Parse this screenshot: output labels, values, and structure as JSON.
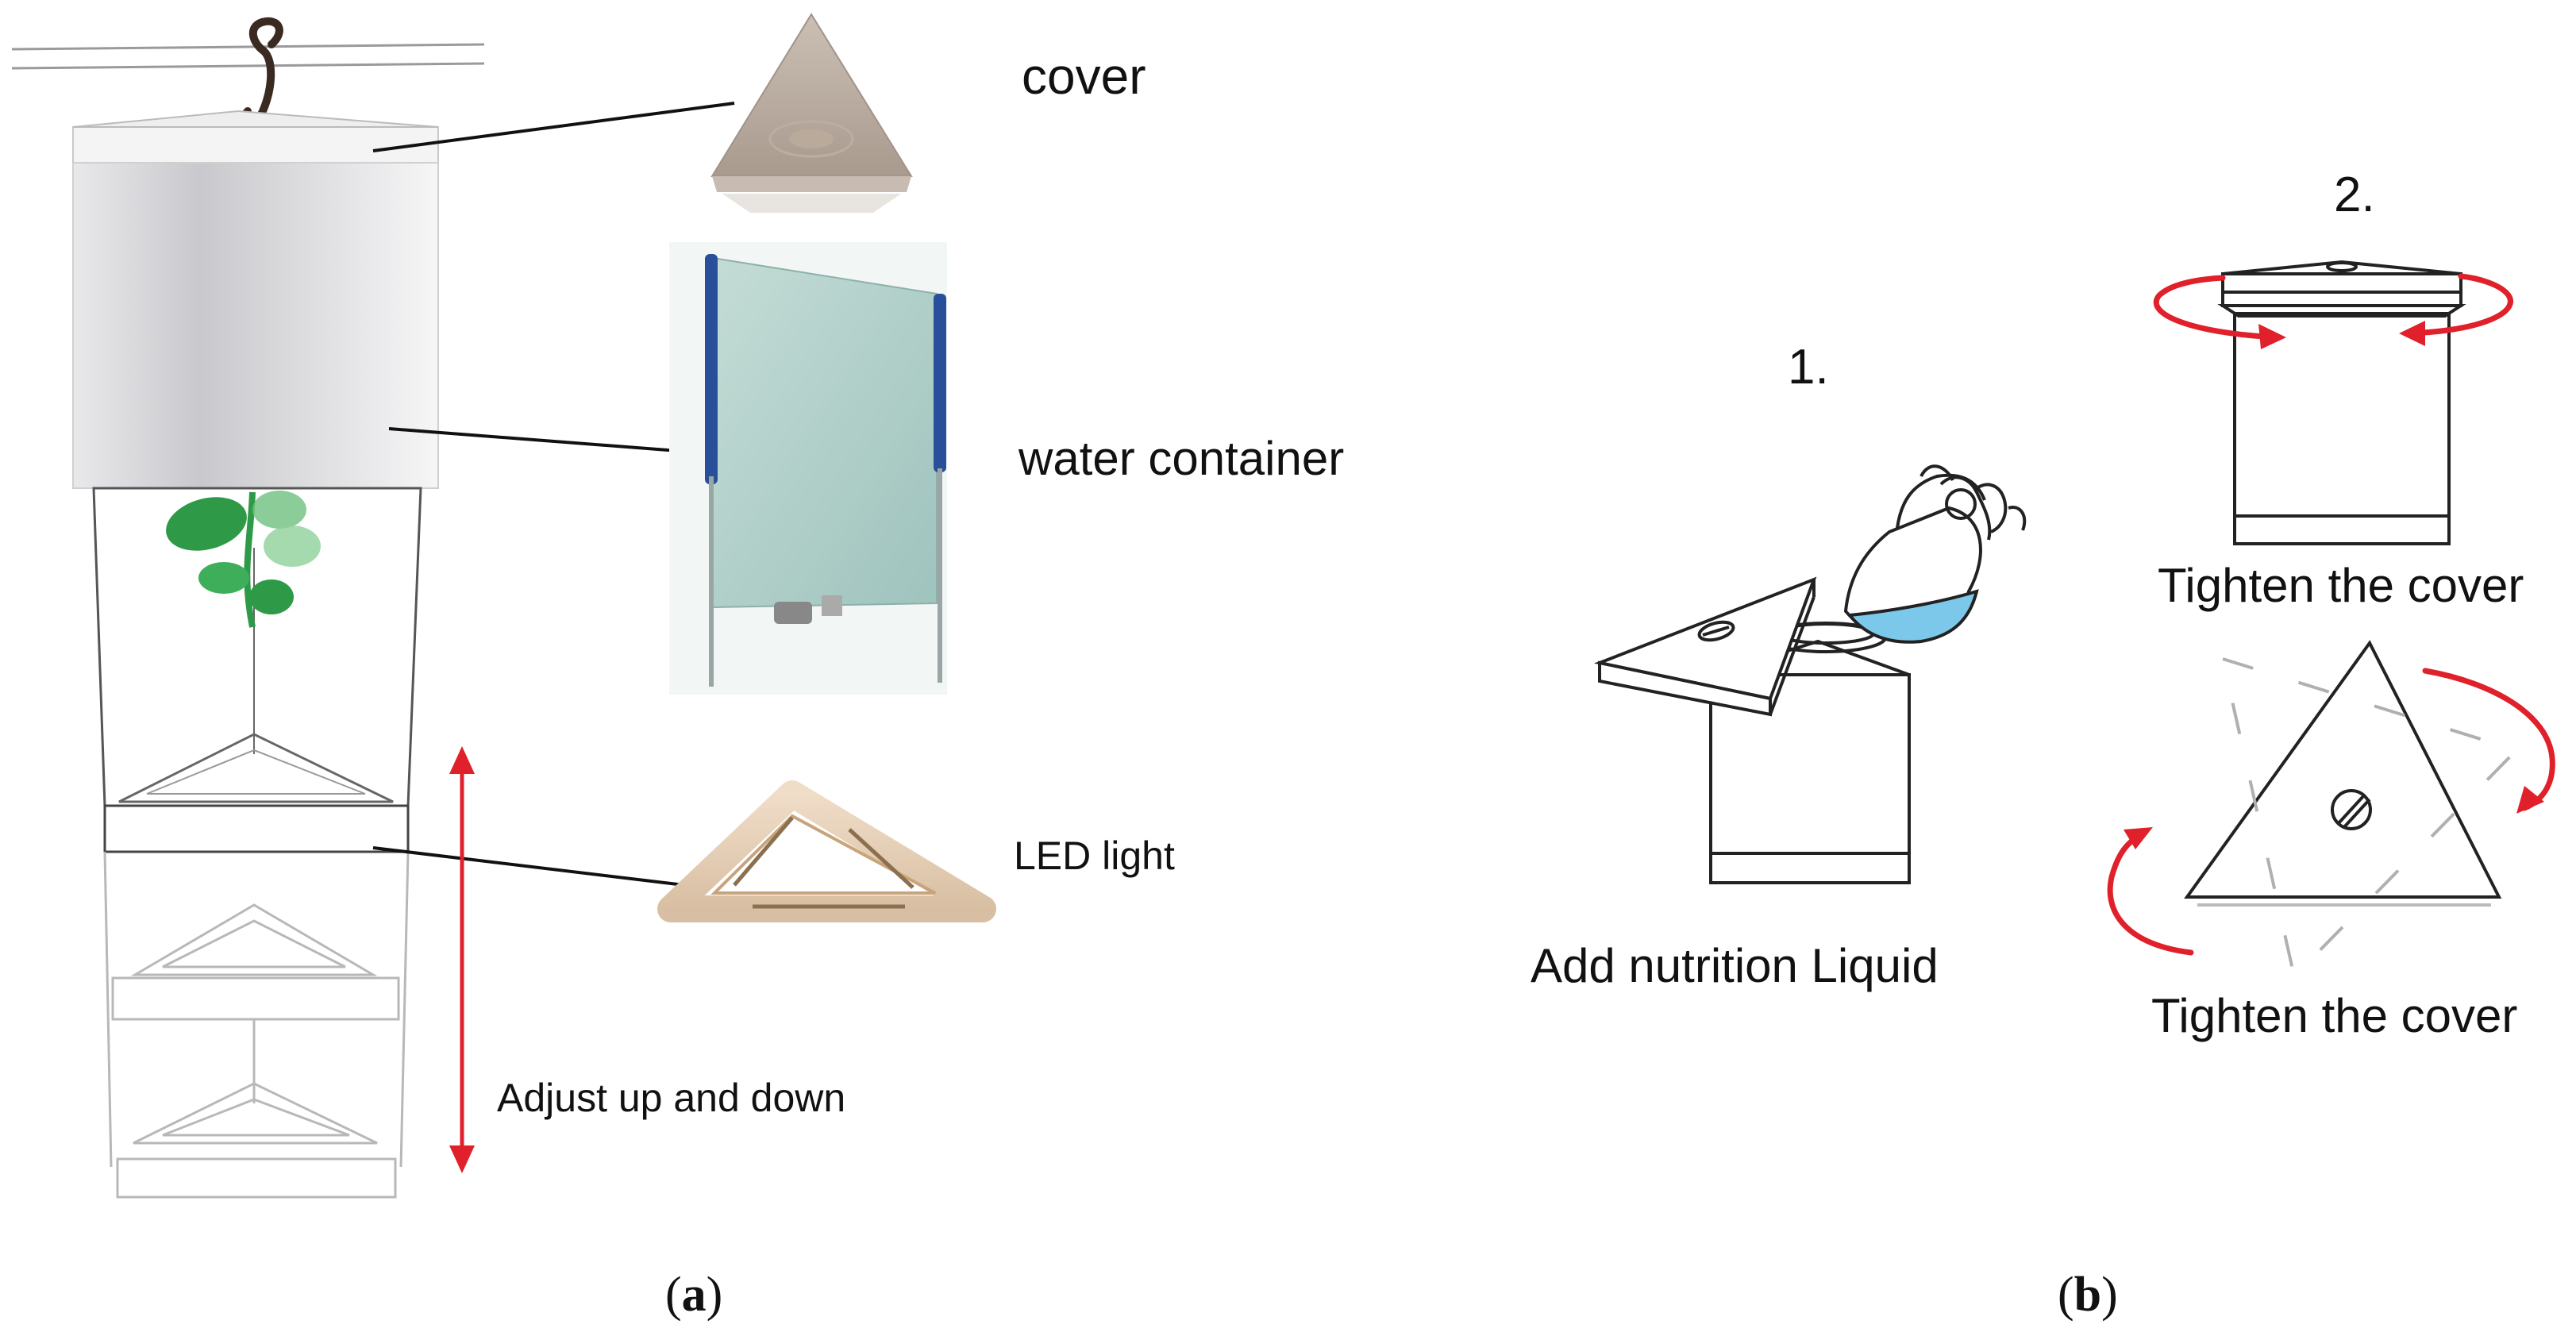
{
  "panel_a": {
    "labels": {
      "cover": "cover",
      "water_container": "water container",
      "led_light": "LED light",
      "adjust": "Adjust up and down"
    },
    "caption": {
      "open": "(",
      "letter": "a",
      "close": ")"
    }
  },
  "panel_b": {
    "step1_number": "1.",
    "step1_label": "Add nutrition Liquid",
    "step2_number": "2.",
    "step2_label_top": "Tighten the cover",
    "step2_label_bottom": "Tighten the cover",
    "caption": {
      "open": "(",
      "letter": "b",
      "close": ")"
    }
  },
  "colors": {
    "arrow_red": "#e0202a",
    "leaf_green": "#2e9a48",
    "liquid_blue": "#7cc8ea",
    "outline": "#222222",
    "hook_brown": "#3a2a22"
  }
}
